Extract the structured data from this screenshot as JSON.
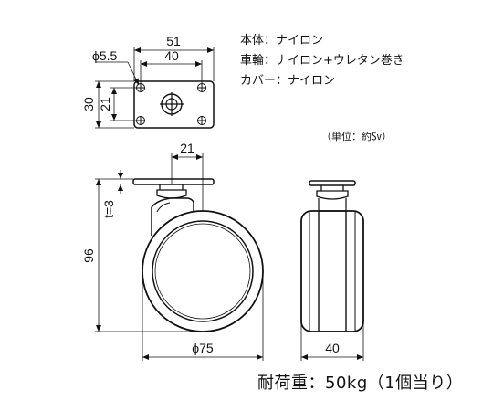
{
  "top_view": {
    "hole_dia": "ϕ5.5",
    "width_outer": "51",
    "width_inner": "40",
    "height_outer": "30",
    "height_inner": "21"
  },
  "specs": [
    {
      "label": "本体",
      "value": "ナイロン"
    },
    {
      "label": "車輪",
      "value": "ナイロン+ウレタン巻き"
    },
    {
      "label": "カバー",
      "value": "ナイロン"
    }
  ],
  "separator": "：",
  "unit_note": "（単位：約㏜）",
  "side_view": {
    "offset": "21",
    "thickness": "t=3",
    "height": "96",
    "wheel_dia": "ϕ75"
  },
  "front_view": {
    "width": "40"
  },
  "load_text": "耐荷重：50kg（1個当り）"
}
